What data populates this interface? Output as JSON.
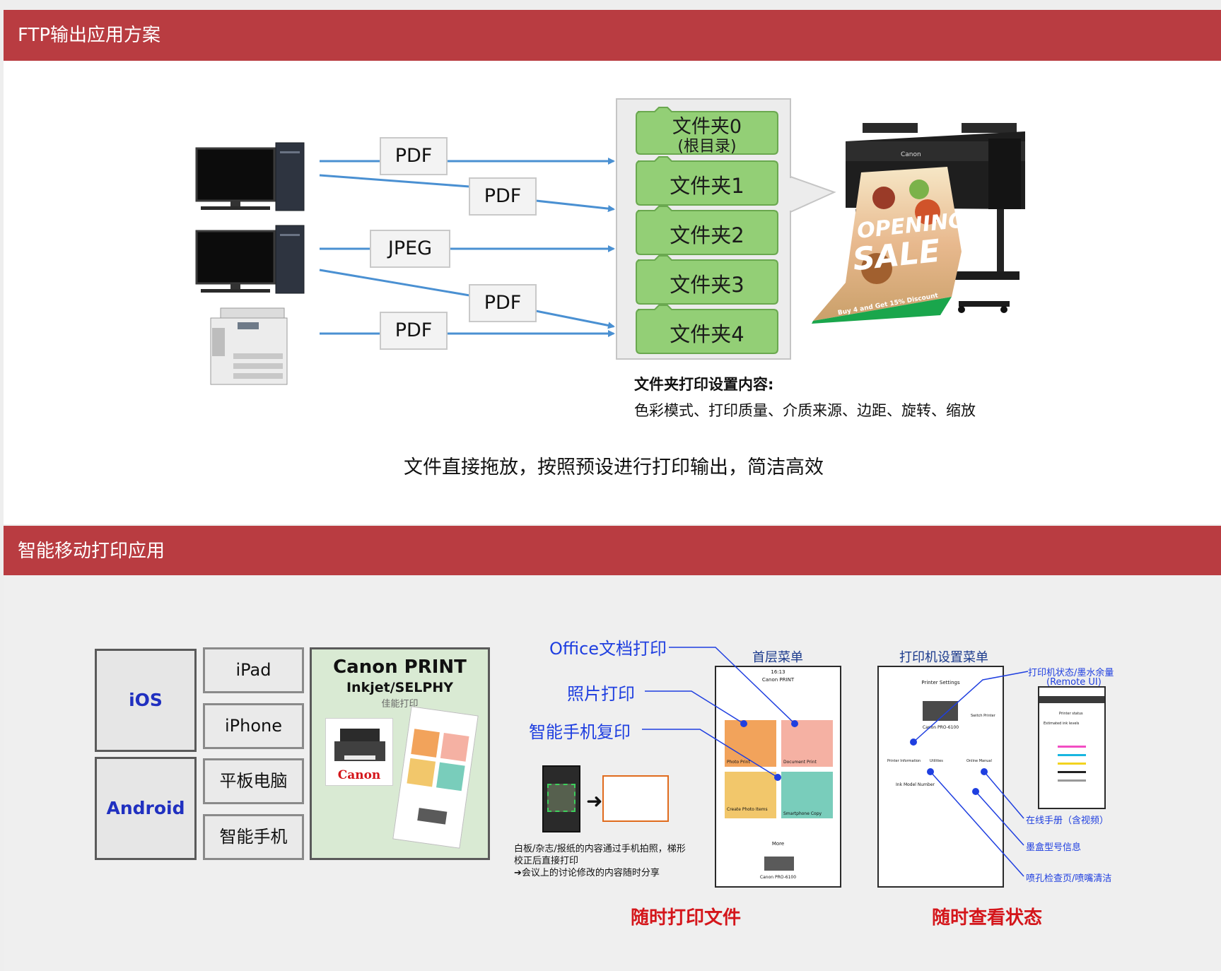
{
  "sections": [
    {
      "title": "FTP输出应用方案"
    },
    {
      "title": "智能移动打印应用"
    }
  ],
  "ftp": {
    "file_tags": [
      "PDF",
      "PDF",
      "JPEG",
      "PDF",
      "PDF"
    ],
    "folders": [
      "文件夹0",
      "(根目录)",
      "文件夹1",
      "文件夹2",
      "文件夹3",
      "文件夹4"
    ],
    "settings_title": "文件夹打印设置内容:",
    "settings_items": "色彩模式、打印质量、介质来源、边距、旋转、缩放",
    "caption": "文件直接拖放，按照预设进行打印输出，简洁高效",
    "poster": {
      "line1": "OPENING",
      "line2": "SALE",
      "line3": "Buy 4 and Get 15% Discount"
    },
    "printer_brand": "Canon",
    "accent_color": "#b93c41",
    "folder_color": "#93cf76",
    "arrow_color": "#4a90d2"
  },
  "mobile": {
    "os": [
      "iOS",
      "Android"
    ],
    "devices": [
      "iPad",
      "iPhone",
      "平板电脑",
      "智能手机"
    ],
    "app": {
      "title": "Canon PRINT",
      "subtitle": "Inkjet/SELPHY",
      "sub2": "佳能打印",
      "brand": "Canon"
    },
    "features": [
      "Office文档打印",
      "照片打印",
      "智能手机复印"
    ],
    "copy_note_1": "白板/杂志/报纸的内容通过手机拍照，梯形",
    "copy_note_2": "校正后直接打印",
    "copy_note_3": "➔会议上的讨论修改的内容随时分享",
    "menu_titles": [
      "首层菜单",
      "打印机设置菜单"
    ],
    "phone1": {
      "time": "16:13",
      "app_name": "Canon PRINT",
      "tiles": [
        "Photo Print",
        "Document Print",
        "Create Photo Items",
        "Smartphone Copy"
      ],
      "more": "More",
      "printer_model": "Canon PRO-6100"
    },
    "phone2": {
      "title": "Printer Settings",
      "model": "Canon PRO-6100",
      "side_label": "Switch Printer",
      "items": [
        "Printer Information",
        "Utilities",
        "Online Manual"
      ],
      "ink_label": "Ink Model Number"
    },
    "phone3": {
      "heading": "Printer status",
      "row1": "Estimated ink levels"
    },
    "right_labels": [
      "打印机状态/墨水余量",
      "(Remote UI)",
      "在线手册（含视频）",
      "墨盒型号信息",
      "喷孔检查页/喷嘴清洁"
    ],
    "bottom_captions": [
      "随时打印文件",
      "随时查看状态"
    ],
    "red_color": "#d4161b",
    "blue_color": "#1f3fe0"
  }
}
